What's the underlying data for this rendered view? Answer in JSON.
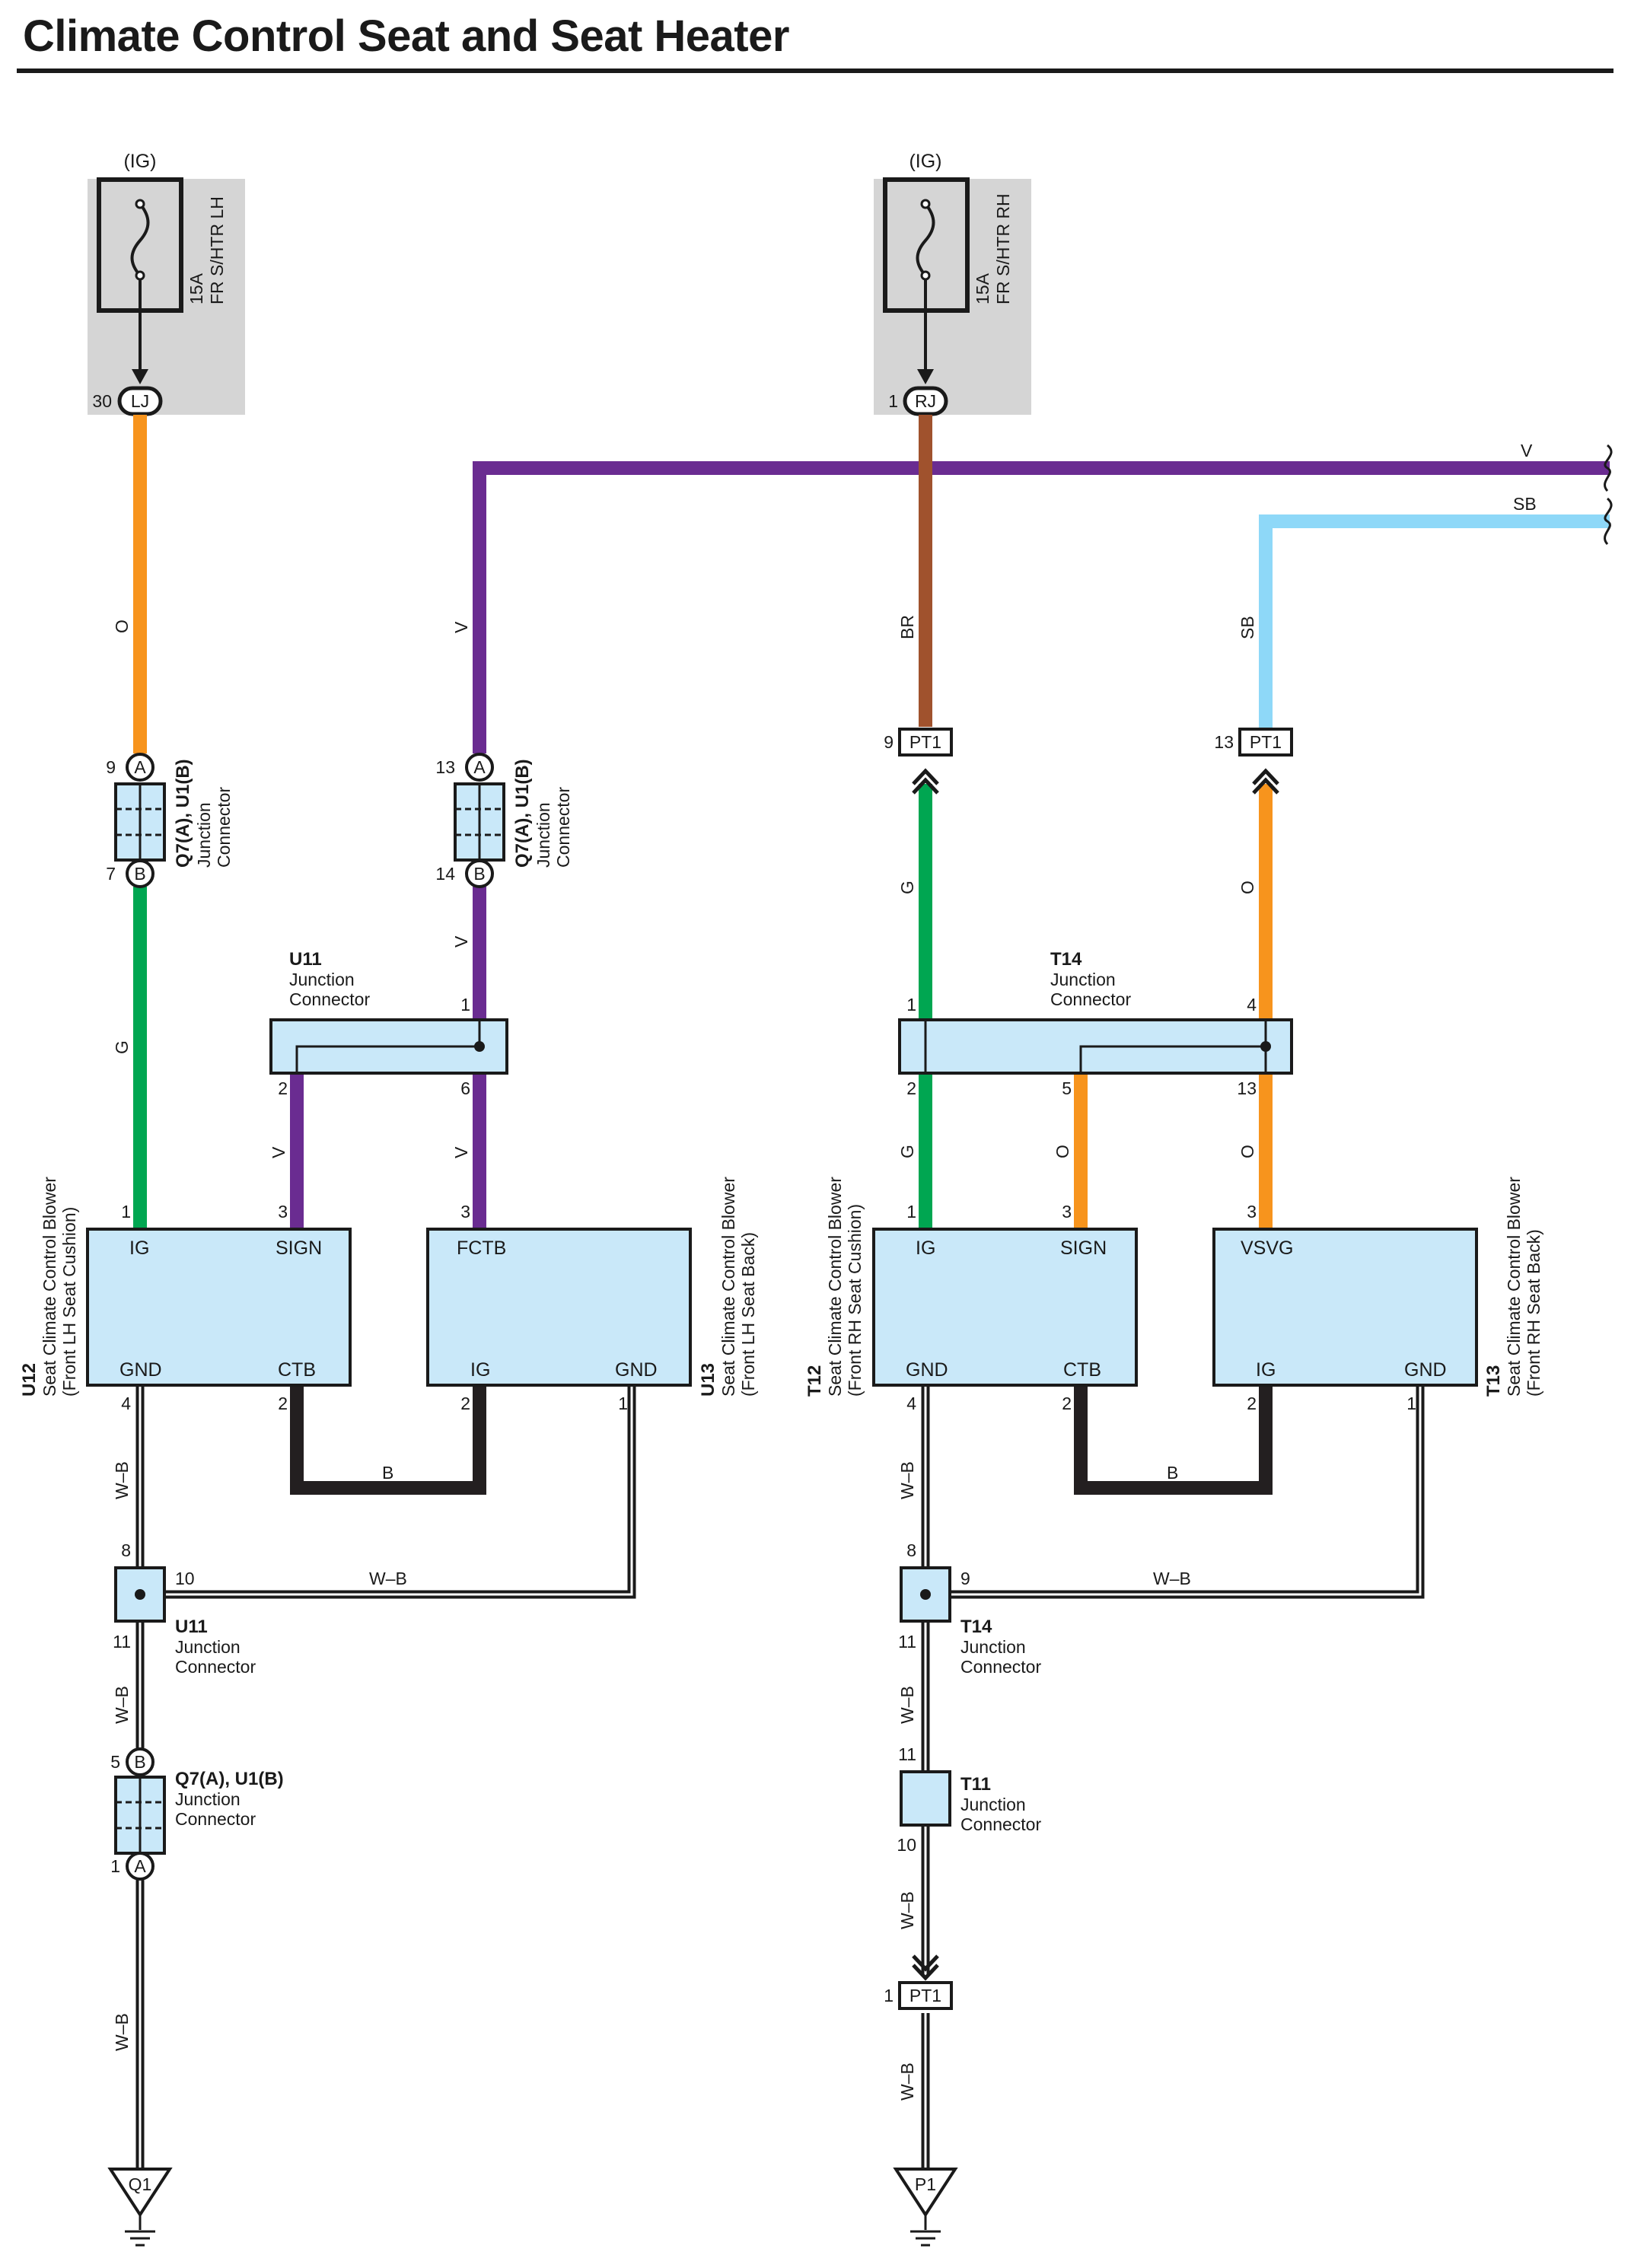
{
  "title": "Climate Control Seat and Seat Heater",
  "colors": {
    "orange": "#f7941d",
    "violet": "#6a2c91",
    "brown": "#a0522d",
    "green": "#00a651",
    "sky_blue": "#8ed8f8",
    "black": "#231f20",
    "block_fill": "#c9e8f9",
    "fuse_box": "#d5d5d5"
  },
  "fuses": [
    {
      "ig": "(IG)",
      "rating": "15A",
      "name": "FR S/HTR LH",
      "pin": "30",
      "connector": "LJ"
    },
    {
      "ig": "(IG)",
      "rating": "15A",
      "name": "FR S/HTR RH",
      "pin": "1",
      "connector": "RJ"
    }
  ],
  "wires": {
    "o": "O",
    "v": "V",
    "br": "BR",
    "sb": "SB",
    "g": "G",
    "b": "B",
    "wb": "W–B"
  },
  "junctions": {
    "q7": {
      "title": "Q7(A), U1(B)",
      "line1": "Junction",
      "line2": "Connector",
      "a": "A",
      "b": "B"
    },
    "u11": {
      "title": "U11",
      "line1": "Junction",
      "line2": "Connector"
    },
    "t14": {
      "title": "T14",
      "line1": "Junction",
      "line2": "Connector"
    },
    "t11": {
      "title": "T11",
      "line1": "Junction",
      "line2": "Connector"
    }
  },
  "pt1": "PT1",
  "pins": {
    "p1": "1",
    "p2": "2",
    "p3": "3",
    "p4": "4",
    "p5": "5",
    "p6": "6",
    "p7": "7",
    "p8": "8",
    "p9": "9",
    "p10": "10",
    "p11": "11",
    "p13": "13",
    "p14": "14"
  },
  "blocks": {
    "u12": {
      "code": "U12",
      "name": "Seat Climate Control Blower",
      "sub": "(Front LH Seat Cushion)",
      "tl": "IG",
      "tr": "SIGN",
      "bl": "GND",
      "br": "CTB"
    },
    "u13": {
      "code": "U13",
      "name": "Seat Climate Control Blower",
      "sub": "(Front LH Seat Back)",
      "tl": "FCTB",
      "bl": "IG",
      "br": "GND"
    },
    "t12": {
      "code": "T12",
      "name": "Seat Climate Control Blower",
      "sub": "(Front RH Seat Cushion)",
      "tl": "IG",
      "tr": "SIGN",
      "bl": "GND",
      "br": "CTB"
    },
    "t13": {
      "code": "T13",
      "name": "Seat Climate Control Blower",
      "sub": "(Front RH Seat Back)",
      "tl": "VSVG",
      "bl": "IG",
      "br": "GND"
    }
  },
  "grounds": {
    "left": "Q1",
    "right": "P1"
  }
}
